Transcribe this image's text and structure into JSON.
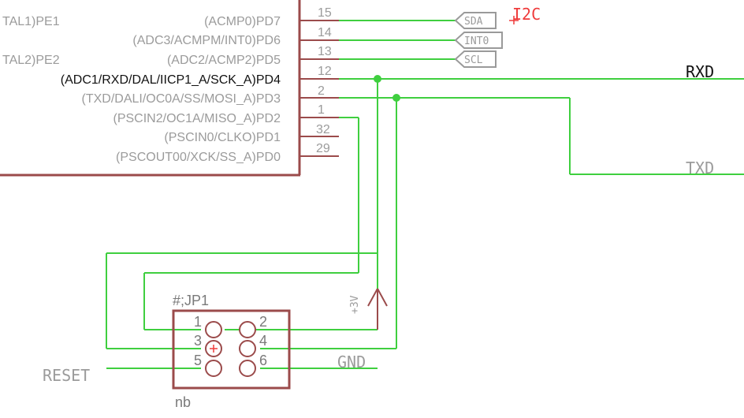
{
  "mcu": {
    "left_labels": [
      "TAL1)PE1",
      "TAL2)PE2"
    ],
    "right_pins": [
      {
        "label": "(ACMP0)PD7",
        "number": "15",
        "active": false
      },
      {
        "label": "(ADC3/ACMPM/INT0)PD6",
        "number": "14",
        "active": false
      },
      {
        "label": "(ADC2/ACMP2)PD5",
        "number": "13",
        "active": false
      },
      {
        "label": "(ADC1/RXD/DAL/IICP1_A/SCK_A)PD4",
        "number": "12",
        "active": true
      },
      {
        "label": "(TXD/DALI/OC0A/SS/MOSI_A)PD3",
        "number": "2",
        "active": false
      },
      {
        "label": "(PSCIN2/OC1A/MISO_A)PD2",
        "number": "1",
        "active": false
      },
      {
        "label": "(PSCIN0/CLKO)PD1",
        "number": "32",
        "active": false
      },
      {
        "label": "(PSCOUT00/XCK/SS_A)PD0",
        "number": "29",
        "active": false
      }
    ]
  },
  "i2c": {
    "title": "I2C",
    "tags": [
      "SDA",
      "INT0",
      "SCL"
    ]
  },
  "nets": {
    "rxd": "RXD",
    "txd": "TXD",
    "reset": "RESET",
    "gnd": "GND",
    "supply": "+3V"
  },
  "header": {
    "name": "#;JP1",
    "value": "nb",
    "pins": [
      "1",
      "2",
      "3",
      "4",
      "5",
      "6"
    ]
  }
}
